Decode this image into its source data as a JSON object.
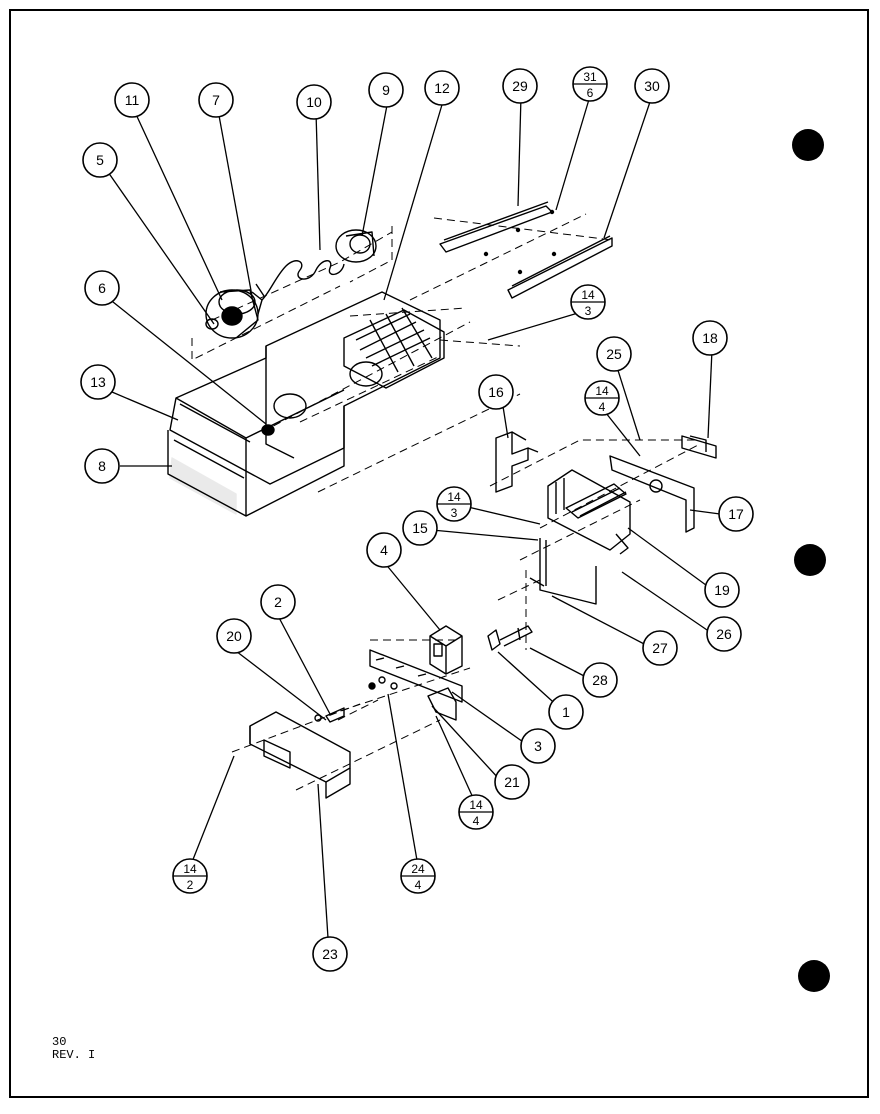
{
  "diagram": {
    "callouts": [
      {
        "id": "c11",
        "label": "11"
      },
      {
        "id": "c7",
        "label": "7"
      },
      {
        "id": "c10",
        "label": "10"
      },
      {
        "id": "c9",
        "label": "9"
      },
      {
        "id": "c12",
        "label": "12"
      },
      {
        "id": "c29",
        "label": "29"
      },
      {
        "id": "c30",
        "label": "30"
      },
      {
        "id": "c5",
        "label": "5"
      },
      {
        "id": "c6",
        "label": "6"
      },
      {
        "id": "c13",
        "label": "13"
      },
      {
        "id": "c8",
        "label": "8"
      },
      {
        "id": "c16",
        "label": "16"
      },
      {
        "id": "c25",
        "label": "25"
      },
      {
        "id": "c18",
        "label": "18"
      },
      {
        "id": "c17",
        "label": "17"
      },
      {
        "id": "c15",
        "label": "15"
      },
      {
        "id": "c19",
        "label": "19"
      },
      {
        "id": "c4",
        "label": "4"
      },
      {
        "id": "c26",
        "label": "26"
      },
      {
        "id": "c27",
        "label": "27"
      },
      {
        "id": "c2",
        "label": "2"
      },
      {
        "id": "c20",
        "label": "20"
      },
      {
        "id": "c28",
        "label": "28"
      },
      {
        "id": "c1",
        "label": "1"
      },
      {
        "id": "c3",
        "label": "3"
      },
      {
        "id": "c21",
        "label": "21"
      },
      {
        "id": "c23",
        "label": "23"
      }
    ],
    "fraction_callouts": [
      {
        "id": "f31",
        "top": "31",
        "bottom": "6"
      },
      {
        "id": "f14a",
        "top": "14",
        "bottom": "3"
      },
      {
        "id": "f14b",
        "top": "14",
        "bottom": "4"
      },
      {
        "id": "f14c",
        "top": "14",
        "bottom": "3"
      },
      {
        "id": "f14d",
        "top": "14",
        "bottom": "4"
      },
      {
        "id": "f14e",
        "top": "14",
        "bottom": "2"
      },
      {
        "id": "f24",
        "top": "24",
        "bottom": "4"
      }
    ]
  },
  "footer": {
    "page_number": "30",
    "revision": "REV. I"
  }
}
